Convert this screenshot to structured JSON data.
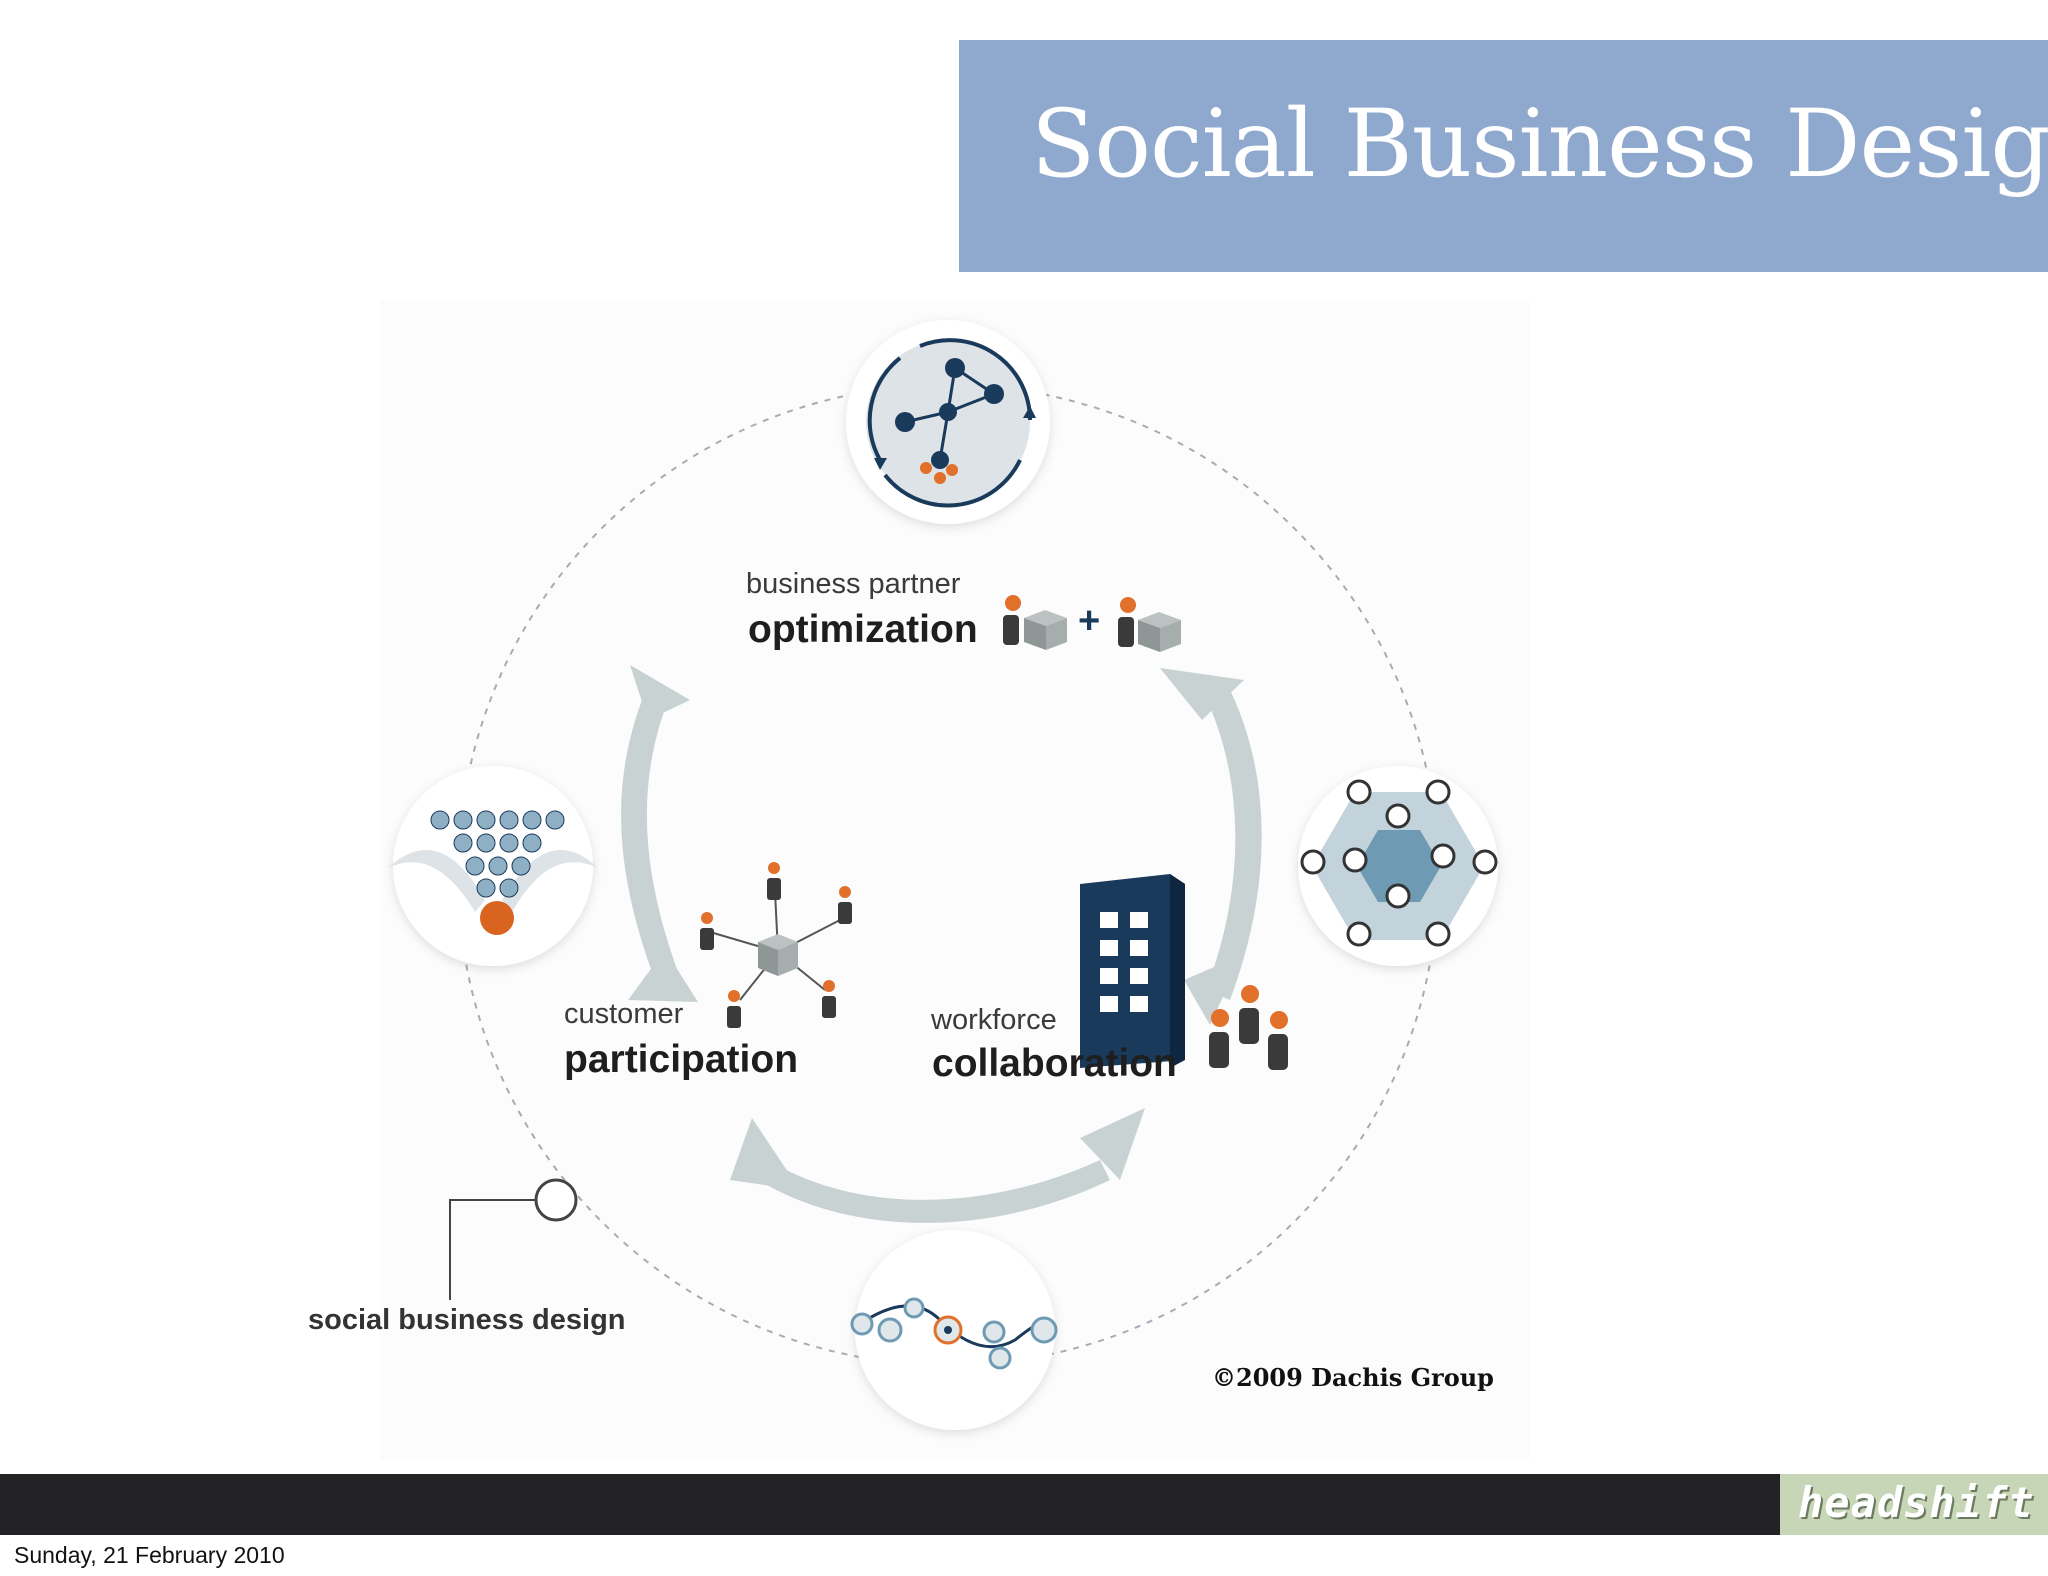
{
  "slide": {
    "title": "Social Business Design"
  },
  "diagram": {
    "top_label_small": "business partner",
    "top_label_big": "optimization",
    "plus_sign": "+",
    "left_label_small": "customer",
    "left_label_big": "participation",
    "right_label_small": "workforce",
    "right_label_big": "collaboration",
    "outer_label": "social business design",
    "copyright": "©2009 Dachis Group",
    "colors": {
      "accent_orange": "#e0702a",
      "navy": "#1a3a5c",
      "arrow_gray": "#c8d2d2",
      "cube_gray": "#8e9696"
    }
  },
  "footer": {
    "logo": "headshift",
    "date": "Sunday, 21 February 2010"
  }
}
